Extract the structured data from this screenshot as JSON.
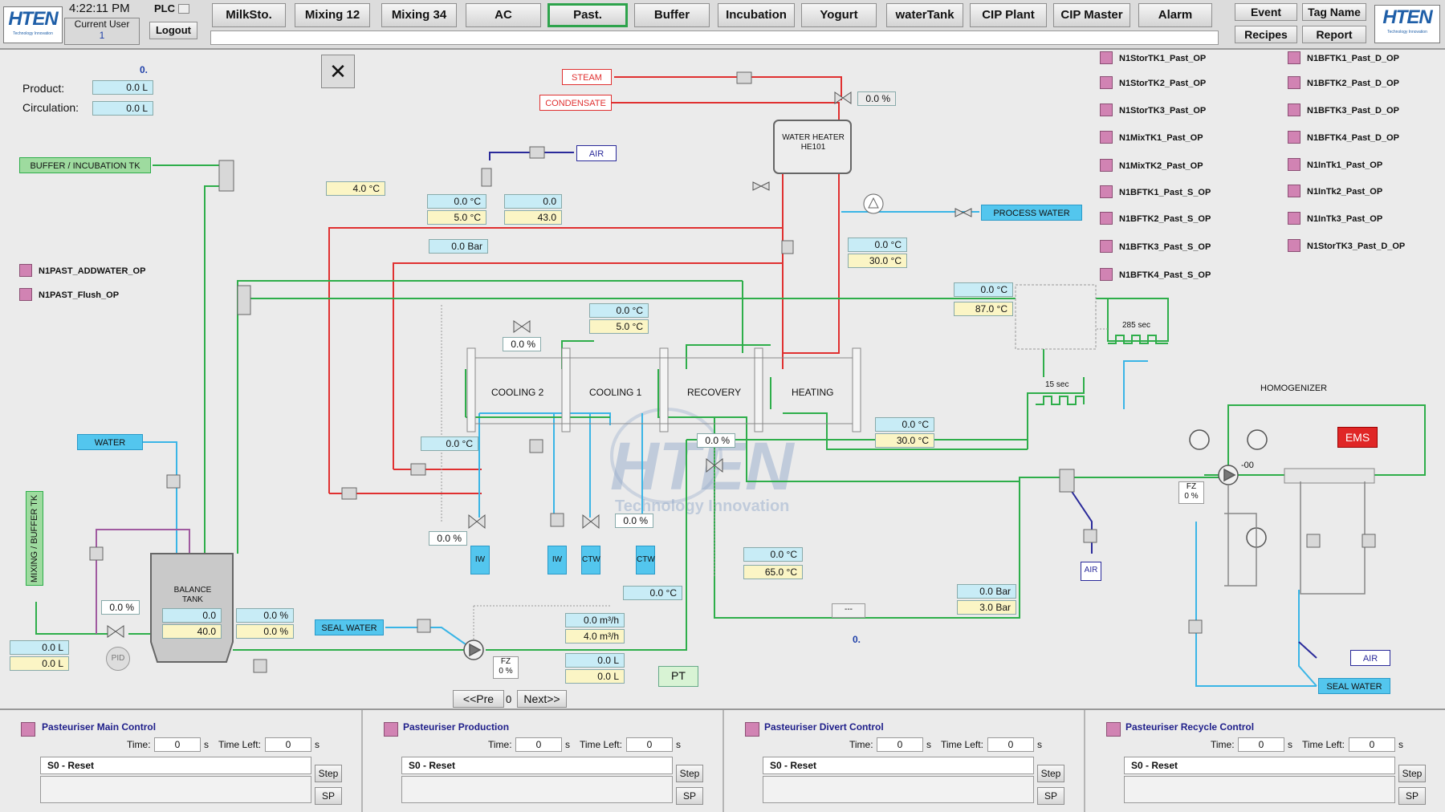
{
  "header": {
    "time": "4:22:11 PM",
    "plc_label": "PLC",
    "current_user_label": "Current User",
    "current_user_value": "1",
    "logout_label": "Logout",
    "logo_text": "HTEN",
    "logo_subtext": "Technology Innovation",
    "nav": [
      "MilkSto.",
      "Mixing 12",
      "Mixing 34",
      "AC",
      "Past.",
      "Buffer",
      "Incubation",
      "Yogurt",
      "waterTank",
      "CIP Plant",
      "CIP Master",
      "Alarm"
    ],
    "active_nav": "Past.",
    "right_buttons": {
      "event": "Event",
      "tag_name": "Tag Name",
      "recipes": "Recipes",
      "report": "Report"
    }
  },
  "left_info": {
    "top_value": "0.",
    "product_label": "Product:",
    "product_value": "0.0 L",
    "circulation_label": "Circulation:",
    "circulation_value": "0.0 L"
  },
  "left_tags": [
    "N1PAST_ADDWATER_OP",
    "N1PAST_Flush_OP"
  ],
  "right_tags_col1": [
    "N1StorTK1_Past_OP",
    "N1StorTK2_Past_OP",
    "N1StorTK3_Past_OP",
    "N1MixTK1_Past_OP",
    "N1MixTK2_Past_OP",
    "N1BFTK1_Past_S_OP",
    "N1BFTK2_Past_S_OP",
    "N1BFTK3_Past_S_OP",
    "N1BFTK4_Past_S_OP"
  ],
  "right_tags_col2": [
    "N1BFTK1_Past_D_OP",
    "N1BFTK2_Past_D_OP",
    "N1BFTK3_Past_D_OP",
    "N1BFTK4_Past_D_OP",
    "N1InTk1_Past_OP",
    "N1InTk2_Past_OP",
    "N1InTk3_Past_OP",
    "N1StorTK3_Past_D_OP"
  ],
  "process_labels": {
    "steam": "STEAM",
    "condensate": "CONDENSATE",
    "air": "AIR",
    "buffer_incubation": "BUFFER / INCUBATION TK",
    "process_water": "PROCESS WATER",
    "water": "WATER",
    "mixing_buffer": "MIXING / BUFFER TK",
    "seal_water": "SEAL WATER",
    "water_heater": "WATER HEATER HE101",
    "balance_tank": "BALANCE TANK",
    "cooling2": "COOLING 2",
    "cooling1": "COOLING 1",
    "recovery": "RECOVERY",
    "heating": "HEATING",
    "homogenizer": "HOMOGENIZER",
    "ems": "EMS",
    "hold_285": "285 sec",
    "hold_15": "15 sec",
    "pt": "PT",
    "pid": "PID",
    "fz": "FZ",
    "iw": "IW",
    "ctw": "CTW",
    "dash": "---",
    "neg00": "-00",
    "zero_dot": "0.",
    "watermark_main": "HTEN",
    "watermark_sub": "Technology Innovation"
  },
  "values": {
    "steam_valve_pct": "0.0 %",
    "t_air_top": "4.0 °C",
    "t1a": "0.0 °C",
    "t1b": "5.0 °C",
    "v2a": "0.0",
    "v2b": "43.0",
    "pressure1": "0.0 Bar",
    "hw_t_a": "0.0 °C",
    "hw_t_b": "30.0 °C",
    "hold_t_a": "0.0 °C",
    "hold_t_b": "87.0 °C",
    "valve_c2_pct": "0.0 %",
    "c1_t_a": "0.0 °C",
    "c1_t_b": "5.0 °C",
    "heat_t_a": "0.0 °C",
    "heat_t_b": "30.0 °C",
    "rec_valve_pct": "0.0 %",
    "c2_out_t": "0.0 °C",
    "iw_valve_pct": "0.0 %",
    "ctw_valve_pct": "0.0 %",
    "rec_out_t_a": "0.0 °C",
    "rec_out_t_b": "65.0 °C",
    "t_mid": "0.0 °C",
    "bar_a": "0.0 Bar",
    "bar_b": "3.0 Bar",
    "flow_a": "0.0 m³/h",
    "flow_b": "4.0 m³/h",
    "vol_a": "0.0 L",
    "vol_b": "0.0 L",
    "bt_a": "0.0",
    "bt_b": "40.0",
    "bt_pct_a": "0.0 %",
    "bt_pct_b": "0.0 %",
    "inlet_valve_pct": "0.0 %",
    "left_vol_a": "0.0 L",
    "left_vol_b": "0.0 L",
    "fz_pump_pct": "0 %",
    "fz_hom_pct": "0 %"
  },
  "pagination": {
    "prev": "<<Pre",
    "page": "0",
    "next": "Next>>"
  },
  "bottom_panels": [
    {
      "title": "Pasteuriser Main Control",
      "time_label": "Time:",
      "time_value": "0",
      "s": "s",
      "time_left_label": "Time Left:",
      "time_left_value": "0",
      "step_text": "S0 - Reset",
      "step_btn": "Step",
      "sp_btn": "SP"
    },
    {
      "title": "Pasteuriser Production",
      "time_label": "Time:",
      "time_value": "0",
      "s": "s",
      "time_left_label": "Time Left:",
      "time_left_value": "0",
      "step_text": "S0 - Reset",
      "step_btn": "Step",
      "sp_btn": "SP"
    },
    {
      "title": "Pasteuriser Divert Control",
      "time_label": "Time:",
      "time_value": "0",
      "s": "s",
      "time_left_label": "Time Left:",
      "time_left_value": "0",
      "step_text": "S0 - Reset",
      "step_btn": "Step",
      "sp_btn": "SP"
    },
    {
      "title": "Pasteuriser Recycle Control",
      "time_label": "Time:",
      "time_value": "0",
      "s": "s",
      "time_left_label": "Time Left:",
      "time_left_value": "0",
      "step_text": "S0 - Reset",
      "step_btn": "Step",
      "sp_btn": "SP"
    }
  ],
  "colors": {
    "product_line": "#2eae4a",
    "steam_line": "#e03030",
    "water_line": "#3ab5e6",
    "air_line": "#2a2a9a",
    "mixing_line": "#a05aa0",
    "value_cyan": "#c8ecf6",
    "value_yellow": "#fbf5c5",
    "tag_pink": "#d183b3"
  }
}
